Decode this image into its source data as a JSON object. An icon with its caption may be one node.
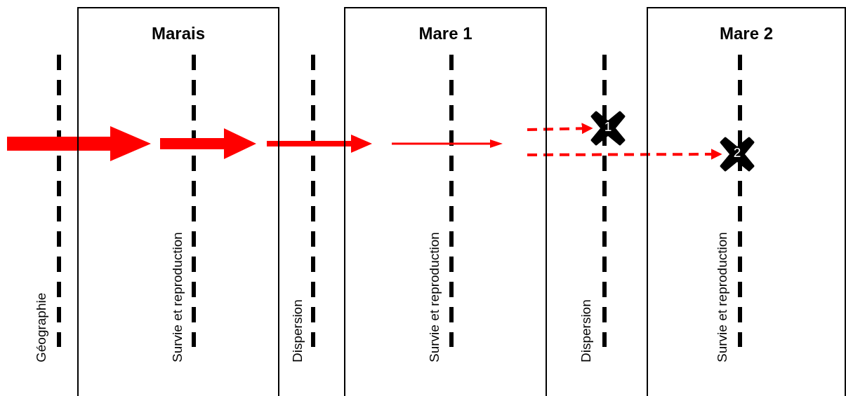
{
  "diagram": {
    "nodes": [
      {
        "text": [
          "Marais"
        ]
      },
      {
        "text": [
          "Mare 1"
        ]
      },
      {
        "text": [
          "Mare 2"
        ]
      },
      {
        "text": [
          "1"
        ]
      },
      {
        "text": [
          "2"
        ],
        "in": 2
      }
    ],
    "edges": [
      {
        "from": 0,
        "to": 1,
        "arrow": "to",
        "style": "thick"
      },
      {
        "from": 1,
        "to": 3,
        "arrow": "to",
        "style": "dashed"
      },
      {
        "from": 1,
        "to": 4,
        "arrow": "to",
        "style": "dashed"
      }
    ],
    "labels": [
      "Géographie",
      "Survie et reproduction",
      "Dispersion",
      "Survie et reproduction",
      "Dispersion",
      "Survie et reproduction"
    ]
  }
}
